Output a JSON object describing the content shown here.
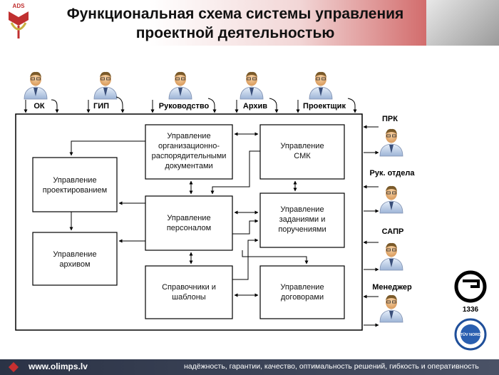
{
  "header": {
    "logo_text": "ADS",
    "title_line1": "Функциональная схема системы управления",
    "title_line2": "проектной деятельностью"
  },
  "top_roles": [
    "ОК",
    "ГИП",
    "Руководство",
    "Архив",
    "Проектщик"
  ],
  "right_roles": [
    "ПРК",
    "Рук. отдела",
    "САПР",
    "Менеджер"
  ],
  "modules": {
    "org_docs": [
      "Управление",
      "организационно-",
      "распорядительными",
      "документами"
    ],
    "smk": [
      "Управление",
      "СМК"
    ],
    "design": [
      "Управление",
      "проектированием"
    ],
    "staff": [
      "Управление",
      "персоналом"
    ],
    "tasks": [
      "Управление",
      "заданиями и",
      "поручениями"
    ],
    "archive": [
      "Управление",
      "архивом"
    ],
    "refs": [
      "Справочники и",
      "шаблоны"
    ],
    "contracts": [
      "Управление",
      "договорами"
    ]
  },
  "cert": {
    "number": "1336",
    "badge": "TÜV NORD"
  },
  "footer": {
    "url": "www.olimps.lv",
    "slogan": "надёжность, гарантии, качество, оптимальность решений, гибкость и оперативность"
  }
}
